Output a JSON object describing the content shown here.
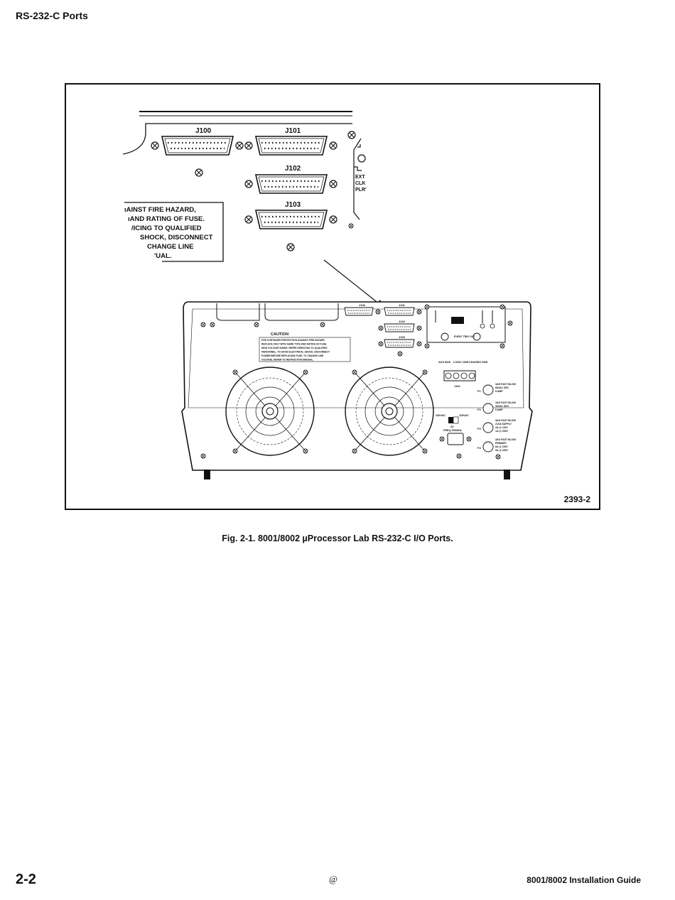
{
  "header": {
    "section_title": "RS-232-C Ports"
  },
  "figure": {
    "id_label": "2393-2",
    "caption": "Fig. 2-1. 8001/8002 µProcessor Lab RS-232-C I/O Ports.",
    "zoom": {
      "connectors": [
        "J100",
        "J101",
        "J102",
        "J103"
      ],
      "warning_lines": [
        "ıAINST FIRE HAZARD,",
        "ıAND RATING OF FUSE.",
        "/ICING TO QUALIFIED",
        "SHOCK, DISCONNECT",
        "CHANGE LINE",
        "'UAL."
      ],
      "side_labels": [
        "EXT",
        "CLK",
        "PLR'"
      ]
    },
    "panel": {
      "connectors": [
        "J100",
        "J101",
        "J102",
        "J103"
      ],
      "caution_title": "CAUTION",
      "caution_lines": [
        "FOR CONTINUED PROTECTION AGAINST FIRE HAZARD",
        "REPLACE ONLY WITH SAME TYPE AND RATING OF FUSE.",
        "HIGH VOLTAGE INSIDE. REFER SERVICING TO QUALIFIED",
        "PERSONNEL. TO AVOID ELECTRICAL SHOCK, DISCONNECT",
        "POWER BEFORE REPLACING FUSE. TO CHANGE LINE",
        "VOLTAGE, REFER TO INSTRUCTION MANUAL."
      ],
      "terminal_labels": [
        "AUX BUS",
        "LOGIC GND",
        "CHASSIS GND"
      ],
      "terminal_id": "J104",
      "voltage_labels": [
        "230VAC",
        "115VAC"
      ],
      "switch_id": "S2",
      "freq_label": "FREQ 50/60Hz",
      "fuses": [
        {
          "id": "F1",
          "lines": [
            "3AG FAST BLOW",
            "60VAC SEC",
            "5 AMP"
          ]
        },
        {
          "id": "F2",
          "lines": [
            "3AG FAST BLOW",
            "30VAC SEC",
            "5 AMP"
          ]
        },
        {
          "id": "F3",
          "lines": [
            "3AG FAST BLOW",
            "21VA SUPPLY",
            "2A @ 115V",
            "1A @ 230V"
          ]
        },
        {
          "id": "F4",
          "lines": [
            "3AG FAST BLOW",
            "PRIMARY",
            "6A @ 115V",
            "3A @ 230V"
          ]
        }
      ],
      "event_trig_label": "EVENT TRIG OUT"
    }
  },
  "footer": {
    "page_number": "2-2",
    "copyright_mark": "@",
    "guide_title": "8001/8002 Installation Guide"
  }
}
